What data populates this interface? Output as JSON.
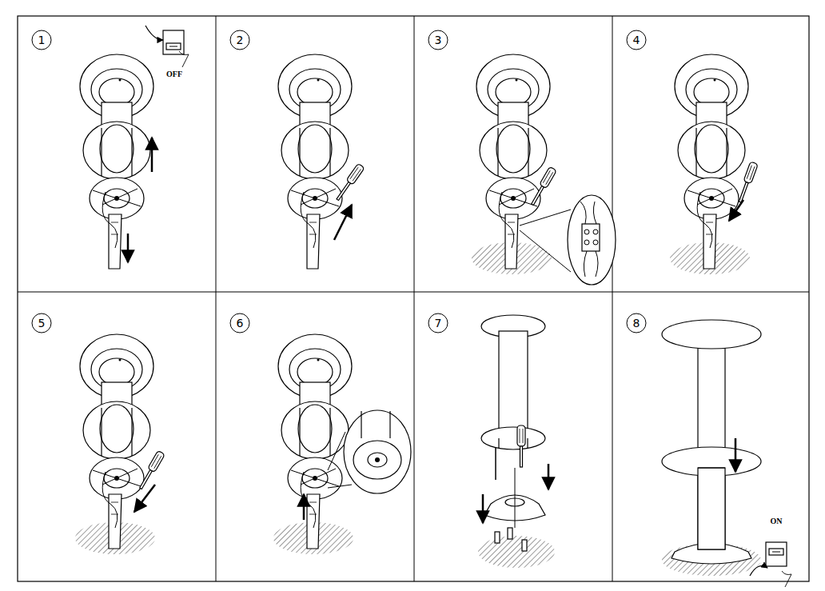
{
  "diagram": {
    "labels": [
      "1",
      "2",
      "3",
      "4",
      "5",
      "6",
      "7",
      "8",
      "OFF",
      "ON"
    ]
  }
}
